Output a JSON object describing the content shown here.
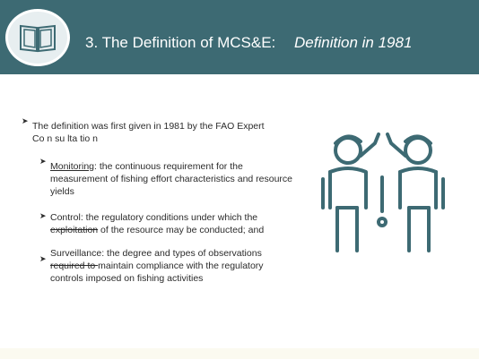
{
  "header": {
    "title_main": "3. The Definition of MCS&E:",
    "title_sub": "Definition in 1981",
    "logo_icon": "open-book-icon"
  },
  "content": {
    "intro_line1": "The definition was first given in 1981 by the FAO Expert",
    "intro_line2": "Co n su lta tio n",
    "monitoring_term": "Monitoring",
    "monitoring_rest": ": the continuous requirement for the",
    "monitoring_line2": "measurement of fishing effort characteristics and resource",
    "monitoring_line3": "yields",
    "control_line1": "Control: the regulatory conditions under which the",
    "control_struck": "exploitation",
    "control_rest": " of the resource may be conducted; and",
    "surveillance_line1": "Surveillance: the degree and types of observations",
    "surveillance_struck": "required to ",
    "surveillance_rest": "maintain compliance with the regulatory",
    "surveillance_line3": "controls imposed on fishing activities"
  },
  "colors": {
    "header_bg": "#3d6a73",
    "icon_color": "#3d6a73"
  },
  "illustration": {
    "icon": "two-people-exclamation-icon"
  }
}
